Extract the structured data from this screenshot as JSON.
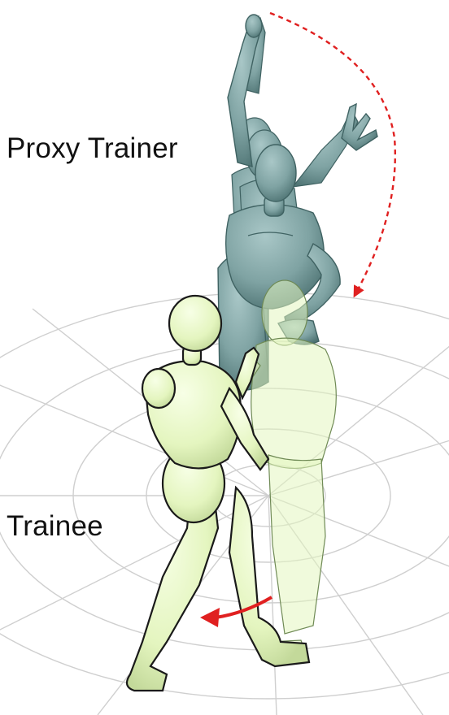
{
  "labels": {
    "proxy_trainer": "Proxy Trainer",
    "trainee": "Trainee"
  },
  "colors": {
    "background": "#ffffff",
    "proxy_trainer_body": "#7fa3a3",
    "proxy_trainer_shadow": "#4f7474",
    "trainee_body": "#e4f5bf",
    "trainee_outline": "#1a1a1a",
    "trajectory_arrow": "#e02020",
    "floor_grid": "#c8c8c8"
  },
  "annotations": {
    "hand_trajectory": "dashed-curved-arrow",
    "step_direction": "solid-curved-arrow"
  }
}
